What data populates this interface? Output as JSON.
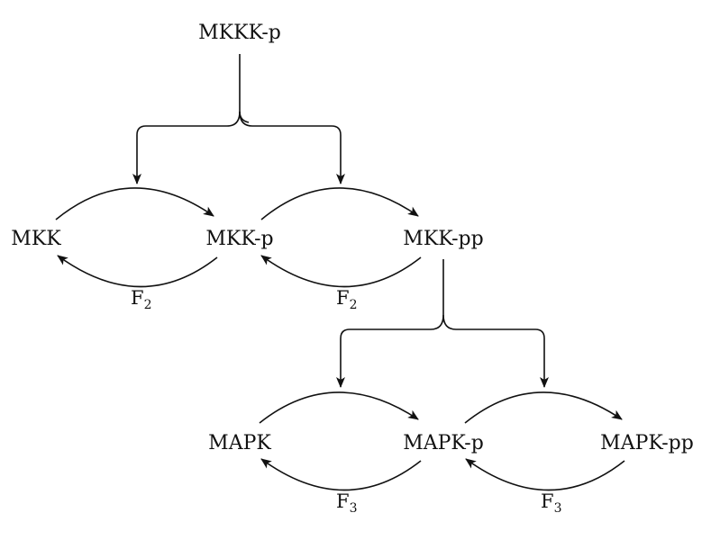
{
  "diagram": {
    "nodes": {
      "mkkk_p": "MKKK-p",
      "mkk": "MKK",
      "mkk_p": "MKK-p",
      "mkk_pp": "MKK-pp",
      "mapk": "MAPK",
      "mapk_p": "MAPK-p",
      "mapk_pp": "MAPK-pp"
    },
    "phosphatases": {
      "f2_base": "F",
      "f2_sub": "2",
      "f3_base": "F",
      "f3_sub": "3"
    }
  }
}
